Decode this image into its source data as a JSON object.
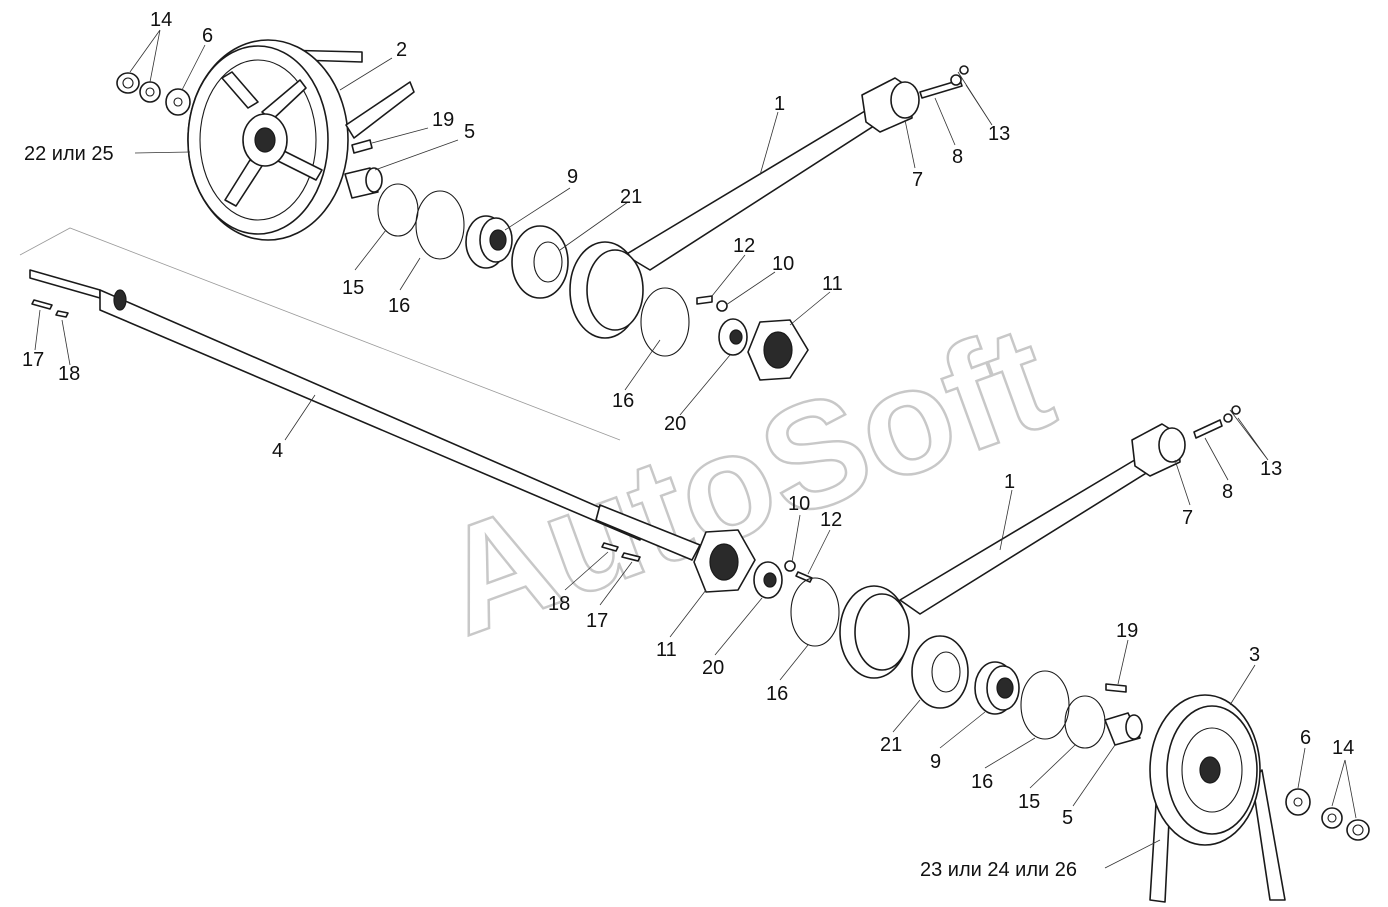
{
  "watermark": "AutoSoft",
  "labels": {
    "n14a": "14",
    "n6a": "6",
    "n2": "2",
    "n22or25": "22 или 25",
    "n19a": "19",
    "n5a": "5",
    "n1a": "1",
    "n13a": "13",
    "n8a": "8",
    "n7a": "7",
    "n9a": "9",
    "n21a": "21",
    "n15a": "15",
    "n16a": "16",
    "n16b": "16",
    "n12a": "12",
    "n10a": "10",
    "n11a": "11",
    "n20a": "20",
    "n17a": "17",
    "n18a": "18",
    "n4": "4",
    "n1b": "1",
    "n13b": "13",
    "n8b": "8",
    "n7b": "7",
    "n10b": "10",
    "n12b": "12",
    "n18b": "18",
    "n17b": "17",
    "n11b": "11",
    "n20b": "20",
    "n16c": "16",
    "n19b": "19",
    "n3": "3",
    "n21b": "21",
    "n9b": "9",
    "n16d": "16",
    "n15b": "15",
    "n5b": "5",
    "n6b": "6",
    "n14b": "14",
    "n23or24or26": "23 или 24 или 26"
  }
}
